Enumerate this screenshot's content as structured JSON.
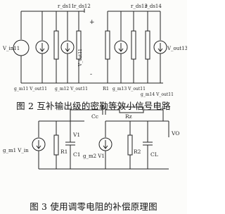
{
  "fig2": {
    "caption": "图 2 互补输出级的密勒等效小信号电路",
    "labels": {
      "source_left": "V_in11",
      "rds11": "r_ds11",
      "rds12": "r_ds12",
      "plus": "+",
      "minus": "-",
      "vout11_mid": "V_out11",
      "gm11_vout11": "g_m11 V_out11",
      "gm12_vout11": "g_m12 V_out11",
      "r1": "R1",
      "gm13_vout11": "g_m13 V_out11",
      "rds13": "r_ds13",
      "rds14": "r_ds14",
      "gm14_vout11": "g_m14 V_out11",
      "vout13": "V_out13"
    }
  },
  "fig3": {
    "caption": "图 3 使用调零电阻的补偿原理图",
    "labels": {
      "cc": "Cc",
      "rz": "Rz",
      "gm1v": "g_m1 V_in",
      "r1": "R1",
      "c1": "C1",
      "v1": "V1",
      "gm2v1": "g_m2 V1",
      "r2": "R2",
      "cl": "CL",
      "vo": "VO"
    }
  }
}
